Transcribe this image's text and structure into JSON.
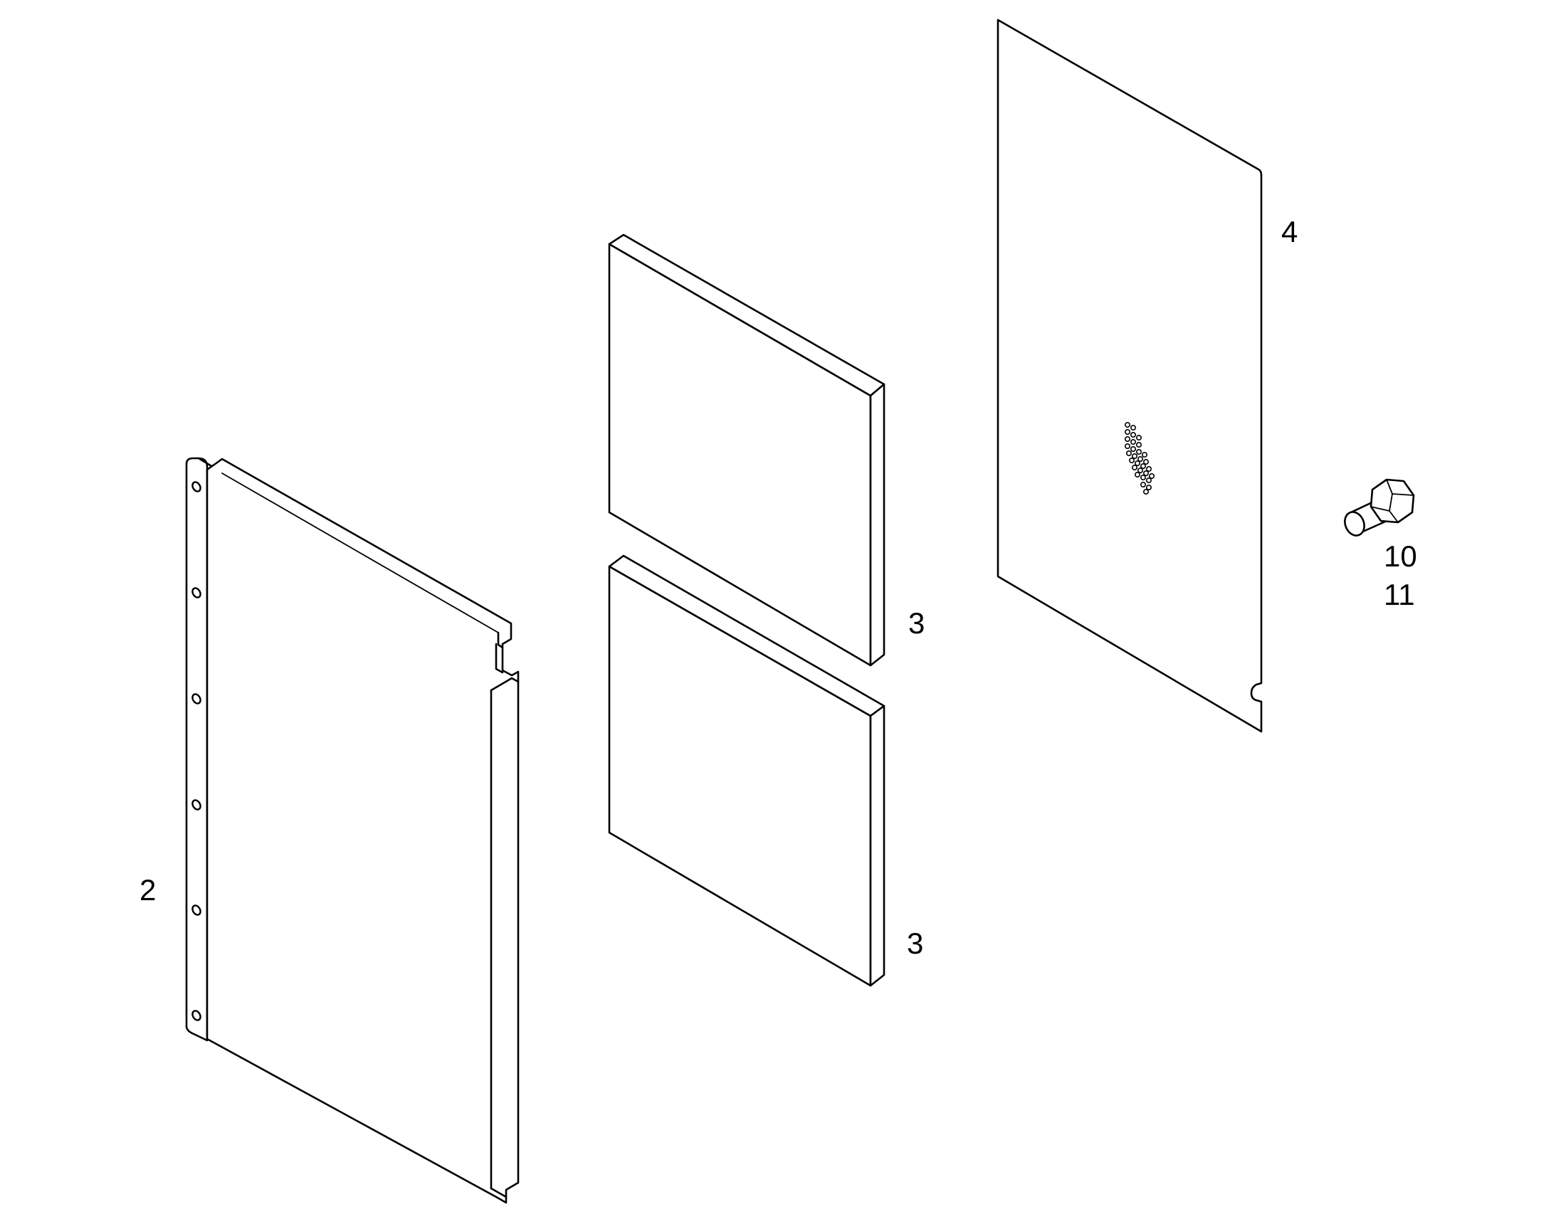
{
  "diagram": {
    "type": "exploded parts diagram",
    "colors": {
      "line": "#000000",
      "background": "#ffffff"
    },
    "parts": [
      {
        "id": "side-panel",
        "callout": "2"
      },
      {
        "id": "insulation-pad-upper",
        "callout": "3"
      },
      {
        "id": "insulation-pad-lower",
        "callout": "3"
      },
      {
        "id": "cover-plate",
        "callout": "4"
      },
      {
        "id": "hex-bolt",
        "callouts": [
          "10",
          "11"
        ]
      }
    ]
  }
}
